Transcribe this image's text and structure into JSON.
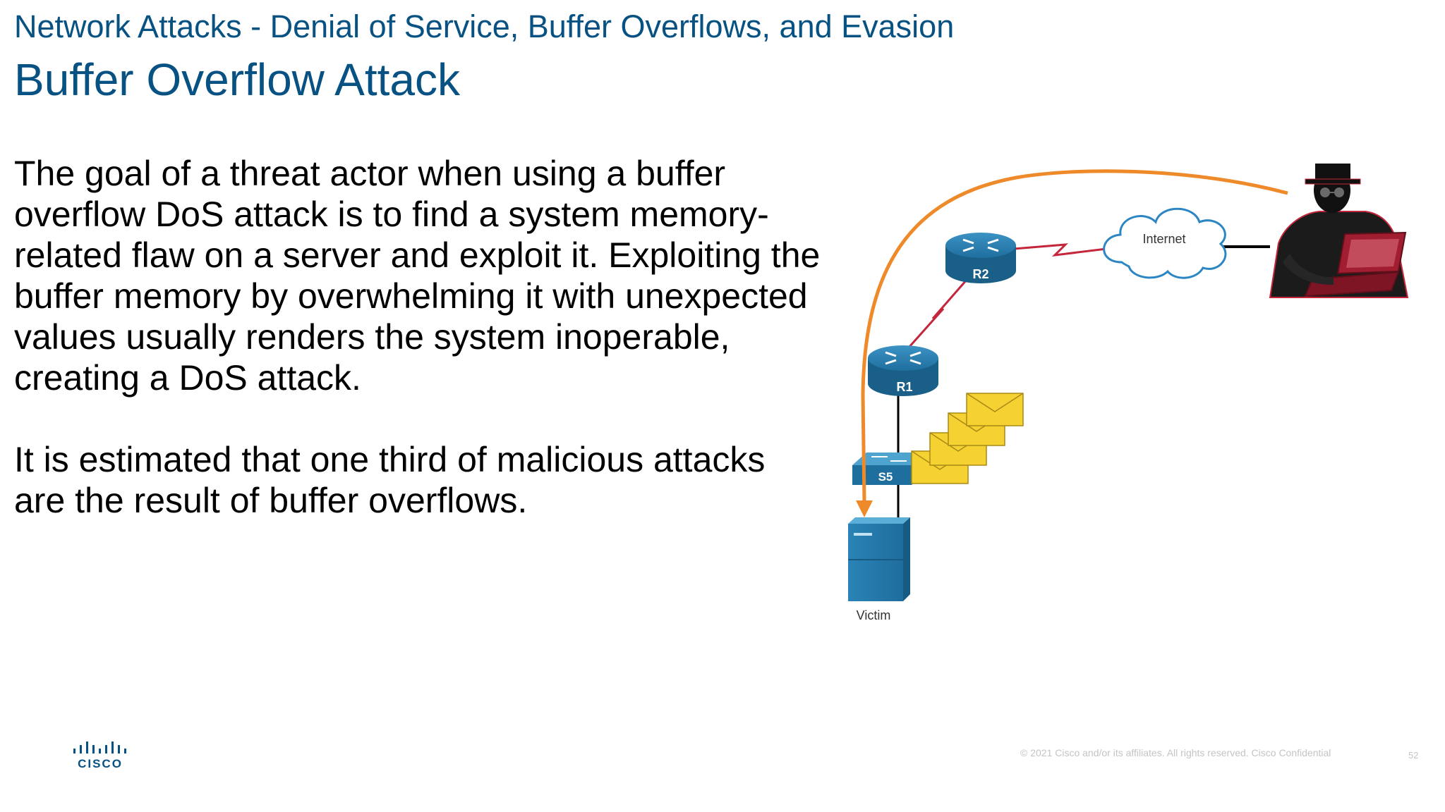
{
  "header": {
    "subtitle": "Network Attacks - Denial of Service, Buffer Overflows, and Evasion",
    "title": "Buffer Overflow Attack"
  },
  "body": {
    "paragraph_1": "The goal of a threat actor when using a buffer overflow DoS attack is to find a system memory-related flaw on a server and exploit it. Exploiting the buffer memory by overwhelming it with unexpected values usually renders the system inoperable, creating a DoS attack.",
    "paragraph_2": "It is estimated that one third of malicious attacks are the result of buffer overflows."
  },
  "diagram": {
    "labels": {
      "internet": "Internet",
      "router_2": "R2",
      "router_1": "R1",
      "switch": "S5",
      "victim": "Victim"
    },
    "colors": {
      "device_blue": "#1d6f9c",
      "attack_arrow": "#ef8a2a",
      "serial_link": "#c4263c",
      "envelope": "#f6d132"
    },
    "icons": [
      "router-icon",
      "switch-icon",
      "server-icon",
      "cloud-icon",
      "hacker-icon",
      "envelope-icon"
    ]
  },
  "footer": {
    "logo_text": "CISCO",
    "copyright": "© 2021  Cisco and/or its affiliates. All rights reserved.   Cisco Confidential",
    "page_number": "52"
  }
}
